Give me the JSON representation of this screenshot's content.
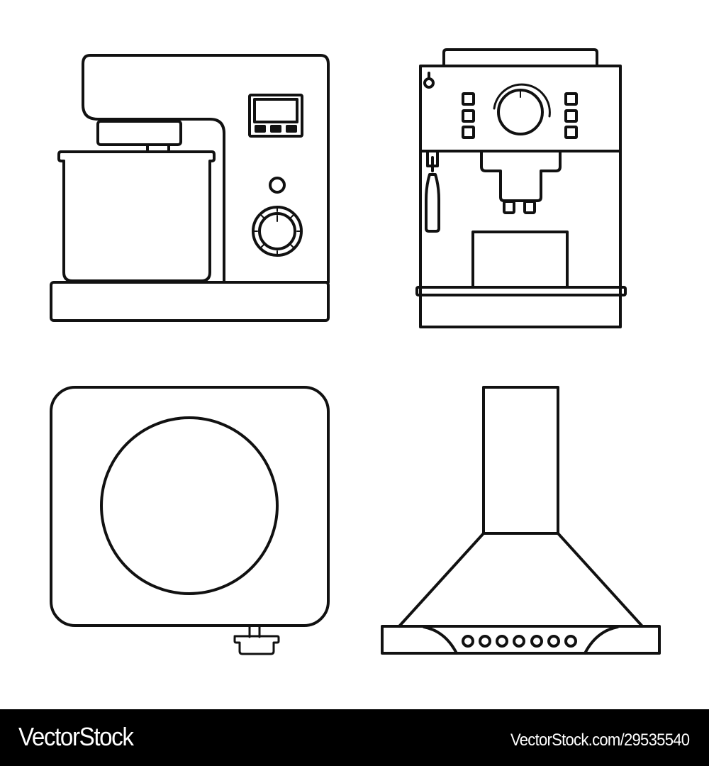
{
  "artwork": {
    "background": "#ffffff",
    "stroke_color": "#111111",
    "icons": [
      {
        "name": "stand-mixer-icon",
        "position": "top-left"
      },
      {
        "name": "espresso-machine-icon",
        "position": "top-right"
      },
      {
        "name": "induction-hob-icon",
        "position": "bottom-left"
      },
      {
        "name": "cooker-hood-icon",
        "position": "bottom-right"
      }
    ]
  },
  "footer": {
    "background": "#000000",
    "text_color": "#ffffff",
    "brand": "VectorStock",
    "image_url": "VectorStock.com/29535540"
  }
}
